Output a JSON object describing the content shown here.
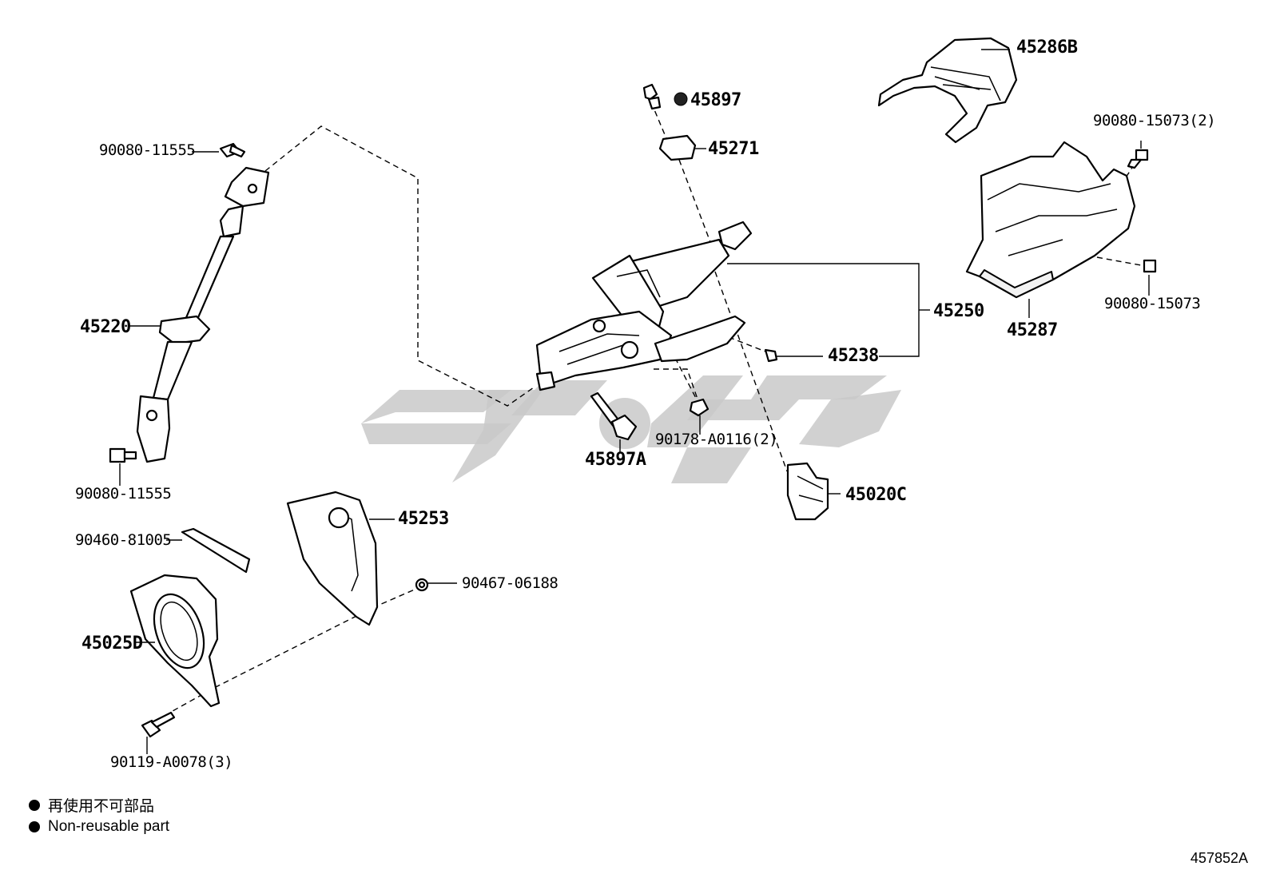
{
  "parts": {
    "p45286B": "45286B",
    "p90080_15073_2": "90080-15073(2)",
    "p45897": "45897",
    "p45271": "45271",
    "p90080_11555_top": "90080-11555",
    "p45250": "45250",
    "p45287": "45287",
    "p90080_15073": "90080-15073",
    "p45220": "45220",
    "p45238": "45238",
    "p90178": "90178-A0116(2)",
    "p45897A": "45897A",
    "p90080_11555_bottom": "90080-11555",
    "p45020C": "45020C",
    "p45253": "45253",
    "p90460": "90460-81005",
    "p90467": "90467-06188",
    "p45025D": "45025D",
    "p90119": "90119-A0078(3)"
  },
  "legend": {
    "non_reusable_ja": "再使用不可部品",
    "non_reusable_en": "Non-reusable part"
  },
  "drawing_number": "457852A",
  "colors": {
    "line": "#000000",
    "watermark": "#c9c9c9",
    "background": "#ffffff"
  }
}
